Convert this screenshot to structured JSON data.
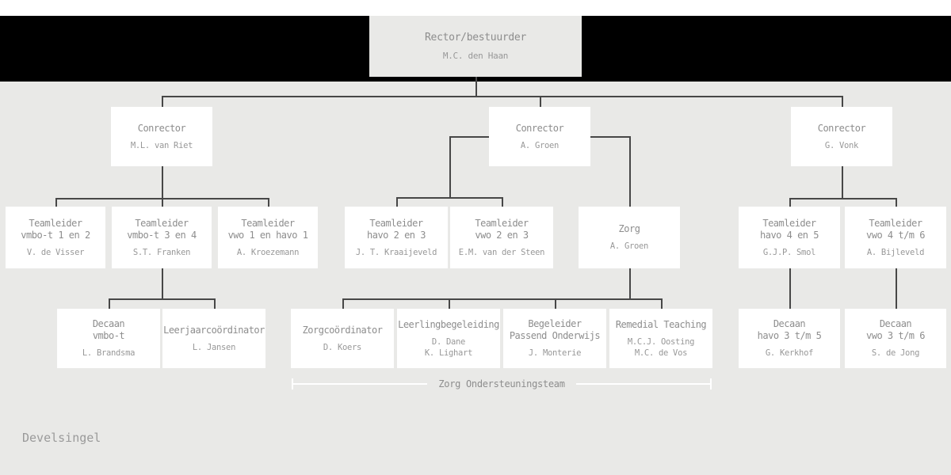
{
  "page": {
    "background": "#e9e9e7",
    "band_color": "#000000",
    "box_color": "#ffffff",
    "line_color": "#474747",
    "title_color": "#8d8d8d",
    "name_color": "#989898",
    "bracket_color": "#ffffff"
  },
  "bracket": {
    "label": "Zorg Ondersteuningsteam"
  },
  "footer": {
    "brand": "Develsingel"
  },
  "nodes": [
    {
      "id": "rector",
      "title_lines": [
        "Rector/bestuurder"
      ],
      "names": [
        "M.C. den Haan"
      ]
    },
    {
      "id": "conrector-left",
      "title_lines": [
        "Conrector"
      ],
      "names": [
        "M.L. van Riet"
      ]
    },
    {
      "id": "conrector-mid",
      "title_lines": [
        "Conrector"
      ],
      "names": [
        "A. Groen"
      ]
    },
    {
      "id": "conrector-right",
      "title_lines": [
        "Conrector"
      ],
      "names": [
        "G. Vonk"
      ]
    },
    {
      "id": "tl-vmbot-12",
      "title_lines": [
        "Teamleider",
        "vmbo-t 1 en 2"
      ],
      "names": [
        "V. de Visser"
      ]
    },
    {
      "id": "tl-vmbot-34",
      "title_lines": [
        "Teamleider",
        "vmbo-t 3 en 4"
      ],
      "names": [
        "S.T. Franken"
      ]
    },
    {
      "id": "tl-vwo1-havo1",
      "title_lines": [
        "Teamleider",
        "vwo 1 en havo 1"
      ],
      "names": [
        "A. Kroezemann"
      ]
    },
    {
      "id": "tl-havo-23",
      "title_lines": [
        "Teamleider",
        "havo 2 en 3"
      ],
      "names": [
        "J. T. Kraaijeveld"
      ]
    },
    {
      "id": "tl-vwo-23",
      "title_lines": [
        "Teamleider",
        "vwo 2 en 3"
      ],
      "names": [
        "E.M. van der Steen"
      ]
    },
    {
      "id": "zorg",
      "title_lines": [
        "Zorg"
      ],
      "names": [
        "A. Groen"
      ]
    },
    {
      "id": "tl-havo-45",
      "title_lines": [
        "Teamleider",
        "havo 4 en 5"
      ],
      "names": [
        "G.J.P. Smol"
      ]
    },
    {
      "id": "tl-vwo-46",
      "title_lines": [
        "Teamleider",
        "vwo 4 t/m 6"
      ],
      "names": [
        "A. Bijleveld"
      ]
    },
    {
      "id": "decaan-vmbot",
      "title_lines": [
        "Decaan",
        "vmbo-t"
      ],
      "names": [
        "L. Brandsma"
      ]
    },
    {
      "id": "leerjaarcoordinator",
      "title_lines": [
        "Leerjaarcoördinator"
      ],
      "names": [
        "L. Jansen"
      ]
    },
    {
      "id": "zorgcoordinator",
      "title_lines": [
        "Zorgcoördinator"
      ],
      "names": [
        "D. Koers"
      ]
    },
    {
      "id": "leerlingbegeleiding",
      "title_lines": [
        "Leerlingbegeleiding"
      ],
      "names": [
        "D. Dane",
        "K. Lighart"
      ]
    },
    {
      "id": "begeleider-passend-onderwijs",
      "title_lines": [
        "Begeleider",
        "Passend Onderwijs"
      ],
      "names": [
        "J. Monterie"
      ]
    },
    {
      "id": "remedial-teaching",
      "title_lines": [
        "Remedial Teaching"
      ],
      "names": [
        "M.C.J. Oosting",
        "M.C. de Vos"
      ]
    },
    {
      "id": "decaan-havo",
      "title_lines": [
        "Decaan",
        "havo 3 t/m 5"
      ],
      "names": [
        "G. Kerkhof"
      ]
    },
    {
      "id": "decaan-vwo",
      "title_lines": [
        "Decaan",
        "vwo 3 t/m 6"
      ],
      "names": [
        "S. de Jong"
      ]
    }
  ]
}
